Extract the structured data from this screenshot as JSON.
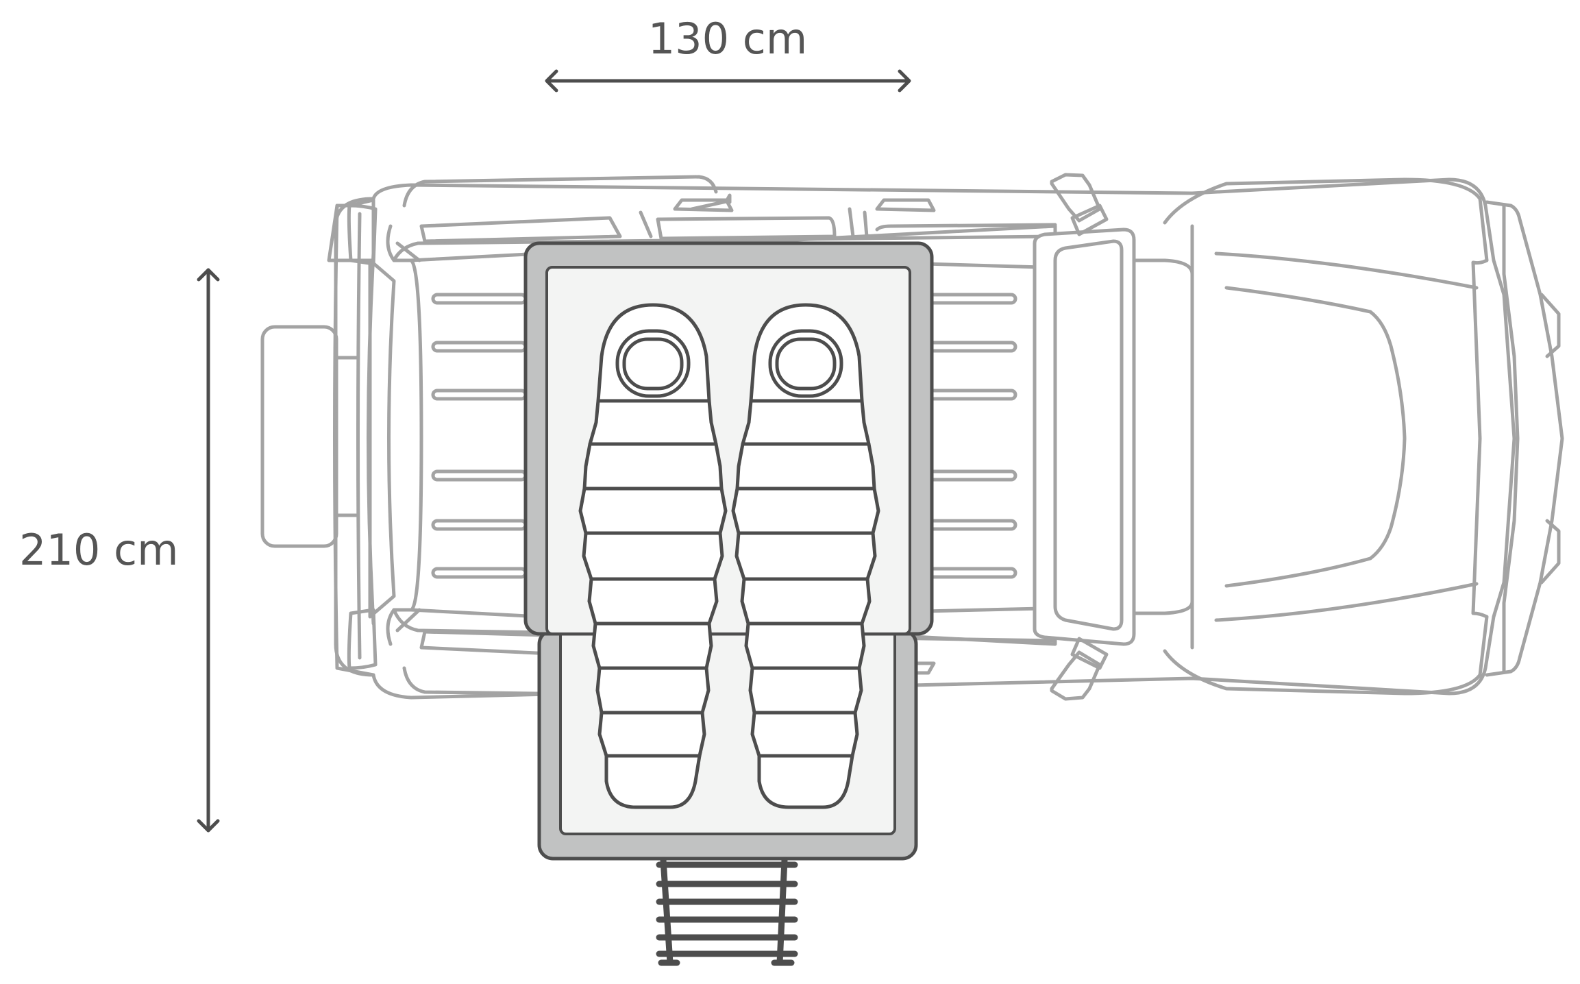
{
  "dimensions": {
    "width_label": "130 cm",
    "length_label": "210 cm"
  },
  "colors": {
    "vehicle_outline": "#a3a3a3",
    "tent_outline": "#4d4d4d",
    "tent_shell": "#c1c2c2",
    "mattress": "#f3f4f3",
    "label": "#555555"
  },
  "sleeping_bags": [
    {
      "id": "left"
    },
    {
      "id": "right"
    }
  ]
}
